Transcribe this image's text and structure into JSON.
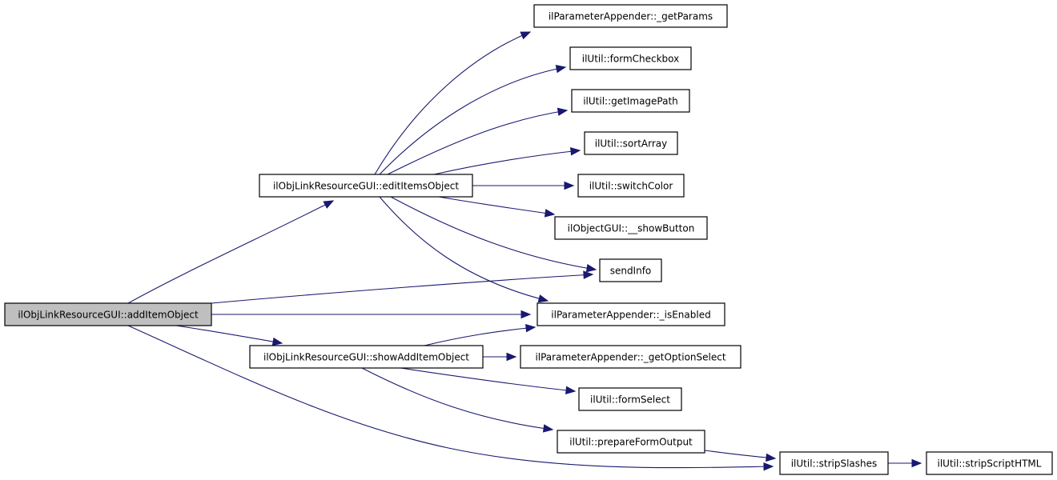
{
  "graph": {
    "type": "call-graph",
    "root": "addItemObject",
    "colors": {
      "edge": "#191970",
      "node_border": "#000000",
      "node_fill": "#ffffff",
      "root_fill": "#bfbfbf"
    },
    "nodes": [
      {
        "id": "addItemObject",
        "label": "ilObjLinkResourceGUI::addItemObject",
        "root": true
      },
      {
        "id": "editItemsObject",
        "label": "ilObjLinkResourceGUI::editItemsObject"
      },
      {
        "id": "showAddItemObject",
        "label": "ilObjLinkResourceGUI::showAddItemObject"
      },
      {
        "id": "getParams",
        "label": "ilParameterAppender::_getParams"
      },
      {
        "id": "formCheckbox",
        "label": "ilUtil::formCheckbox"
      },
      {
        "id": "getImagePath",
        "label": "ilUtil::getImagePath"
      },
      {
        "id": "sortArray",
        "label": "ilUtil::sortArray"
      },
      {
        "id": "switchColor",
        "label": "ilUtil::switchColor"
      },
      {
        "id": "showButton",
        "label": "ilObjectGUI::__showButton"
      },
      {
        "id": "sendInfo",
        "label": "sendInfo"
      },
      {
        "id": "isEnabled",
        "label": "ilParameterAppender::_isEnabled"
      },
      {
        "id": "getOptionSelect",
        "label": "ilParameterAppender::_getOptionSelect"
      },
      {
        "id": "formSelect",
        "label": "ilUtil::formSelect"
      },
      {
        "id": "prepareFormOutput",
        "label": "ilUtil::prepareFormOutput"
      },
      {
        "id": "stripSlashes",
        "label": "ilUtil::stripSlashes"
      },
      {
        "id": "stripScriptHTML",
        "label": "ilUtil::stripScriptHTML"
      }
    ],
    "edges": [
      {
        "from": "addItemObject",
        "to": "editItemsObject"
      },
      {
        "from": "addItemObject",
        "to": "sendInfo"
      },
      {
        "from": "addItemObject",
        "to": "isEnabled"
      },
      {
        "from": "addItemObject",
        "to": "showAddItemObject"
      },
      {
        "from": "addItemObject",
        "to": "stripSlashes"
      },
      {
        "from": "editItemsObject",
        "to": "getParams"
      },
      {
        "from": "editItemsObject",
        "to": "formCheckbox"
      },
      {
        "from": "editItemsObject",
        "to": "getImagePath"
      },
      {
        "from": "editItemsObject",
        "to": "sortArray"
      },
      {
        "from": "editItemsObject",
        "to": "switchColor"
      },
      {
        "from": "editItemsObject",
        "to": "showButton"
      },
      {
        "from": "editItemsObject",
        "to": "sendInfo"
      },
      {
        "from": "editItemsObject",
        "to": "isEnabled"
      },
      {
        "from": "showAddItemObject",
        "to": "isEnabled"
      },
      {
        "from": "showAddItemObject",
        "to": "getOptionSelect"
      },
      {
        "from": "showAddItemObject",
        "to": "formSelect"
      },
      {
        "from": "showAddItemObject",
        "to": "prepareFormOutput"
      },
      {
        "from": "prepareFormOutput",
        "to": "stripSlashes"
      },
      {
        "from": "stripSlashes",
        "to": "stripScriptHTML"
      }
    ]
  }
}
